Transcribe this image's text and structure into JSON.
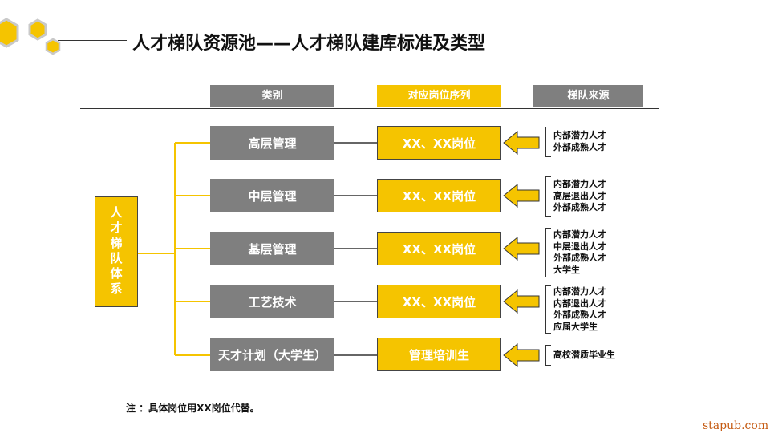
{
  "title": "人才梯队资源池——人才梯队建库标准及类型",
  "headers": {
    "category": "类别",
    "position": "对应岗位序列",
    "source": "梯队来源"
  },
  "system_label": "人才梯队体系",
  "rows": [
    {
      "category": "高层管理",
      "position": "XX、XX岗位",
      "sources": [
        "内部潜力人才",
        "外部成熟人才"
      ]
    },
    {
      "category": "中层管理",
      "position": "XX、XX岗位",
      "sources": [
        "内部潜力人才",
        "高层退出人才",
        "外部成熟人才"
      ]
    },
    {
      "category": "基层管理",
      "position": "XX、XX岗位",
      "sources": [
        "内部潜力人才",
        "中层退出人才",
        "外部成熟人才",
        "大学生"
      ]
    },
    {
      "category": "工艺技术",
      "position": "XX、XX岗位",
      "sources": [
        "内部潜力人才",
        "内部退出人才",
        "外部成熟人才",
        "应届大学生"
      ]
    },
    {
      "category": "天才计划（大学生）",
      "position": "管理培训生",
      "sources": [
        "高校潜质毕业生"
      ]
    }
  ],
  "note": "注 ：具体岗位用XX岗位代替。",
  "watermark": "stapub.com",
  "colors": {
    "accent": "#f5c400",
    "gray": "#7f7f7f"
  }
}
